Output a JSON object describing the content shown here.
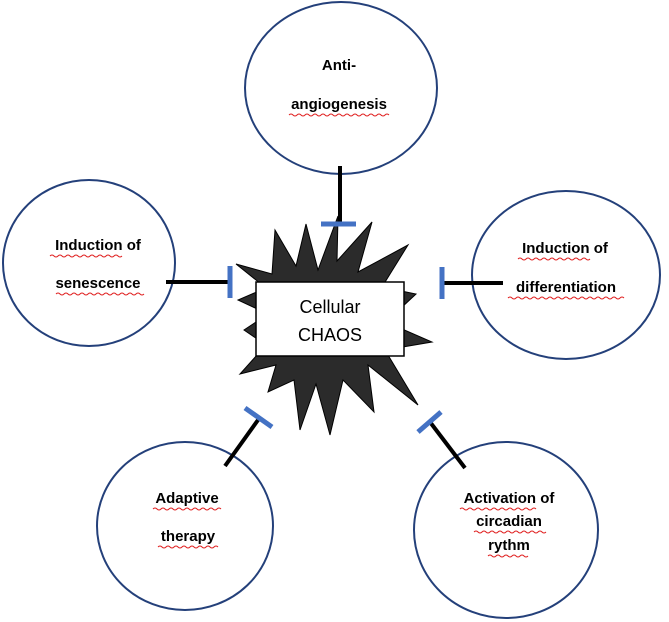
{
  "center": {
    "line1": "Cellular",
    "line2": "CHAOS"
  },
  "nodes": {
    "anti_angiogenesis": {
      "line1": "Anti-",
      "line2": "angiogenesis"
    },
    "senescence": {
      "line1": "Induction of",
      "line2": "senescence"
    },
    "differentiation": {
      "line1": "Induction of",
      "line2": "differentiation"
    },
    "adaptive": {
      "line1": "Adaptive",
      "line2": "therapy"
    },
    "circadian": {
      "line1": "Activation of",
      "line2": "circadian",
      "line3": "rythm"
    }
  },
  "colors": {
    "circle_stroke": "#24407a",
    "inhibition_bar": "#4472c4",
    "starburst_fill": "#2b2b2b",
    "spellcheck_underline": "#e02020"
  }
}
